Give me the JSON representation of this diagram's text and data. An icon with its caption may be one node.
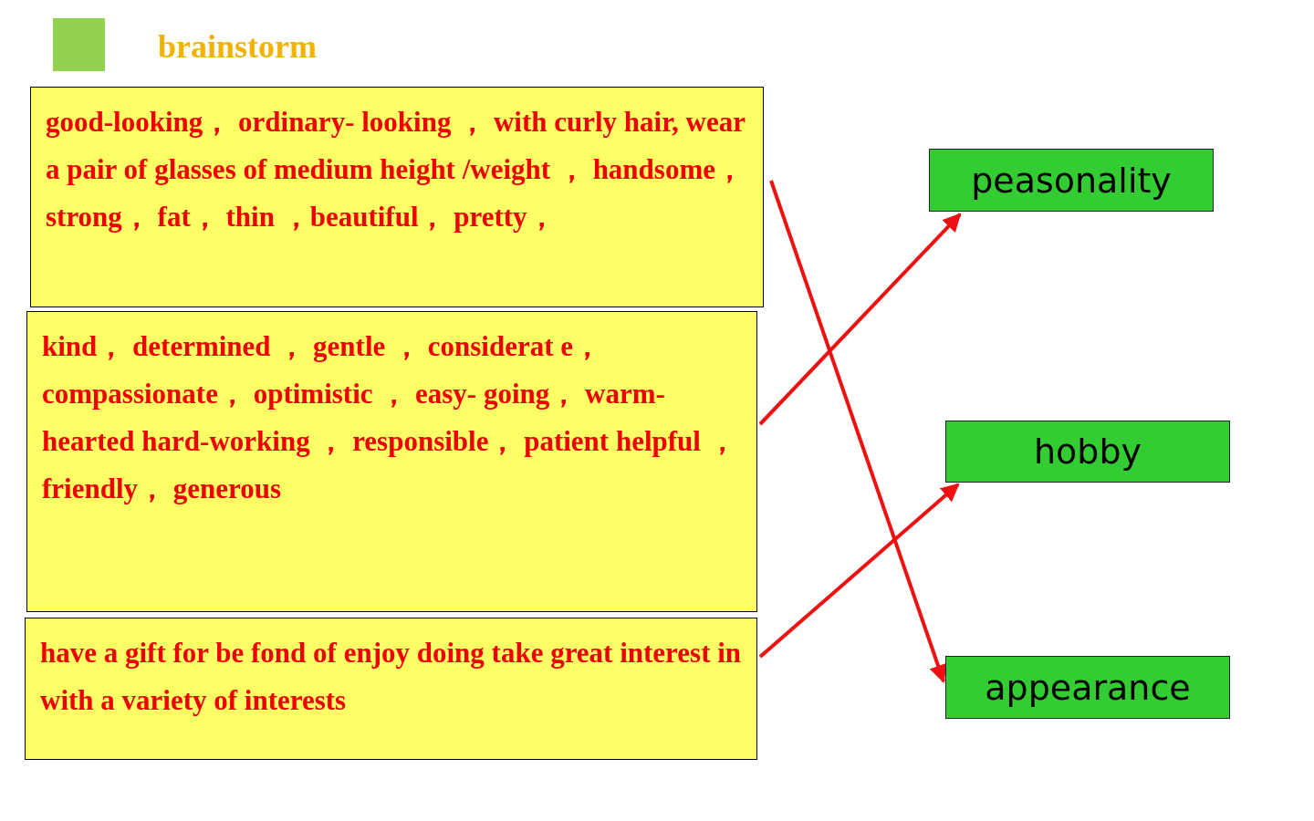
{
  "diagram": {
    "title": "brainstorm",
    "nodes": [
      {
        "text": [
          "good-looking， ordinary- looking ， with curly hair, wear a pair of glasses of medium height /weight ， handsome， strong， fat， thin ，beautiful， pretty，"
        ]
      },
      {
        "text": [
          "kind， determined ， gentle ， considerat e， compassionate， optimistic ， easy- going， warm-hearted hard-working ， responsible， patient helpful ， friendly， generous"
        ]
      },
      {
        "text": [
          "have a gift for be fond of enjoy doing take great interest in with a variety of interests"
        ]
      },
      {
        "text": [
          "peasonality"
        ]
      },
      {
        "text": [
          "hobby"
        ]
      },
      {
        "text": [
          "appearance"
        ]
      }
    ],
    "edges": [
      {
        "from": 0,
        "to": 5,
        "arrow": "to"
      },
      {
        "from": 1,
        "to": 3,
        "arrow": "to"
      },
      {
        "from": 2,
        "to": 4,
        "arrow": "to"
      }
    ]
  }
}
